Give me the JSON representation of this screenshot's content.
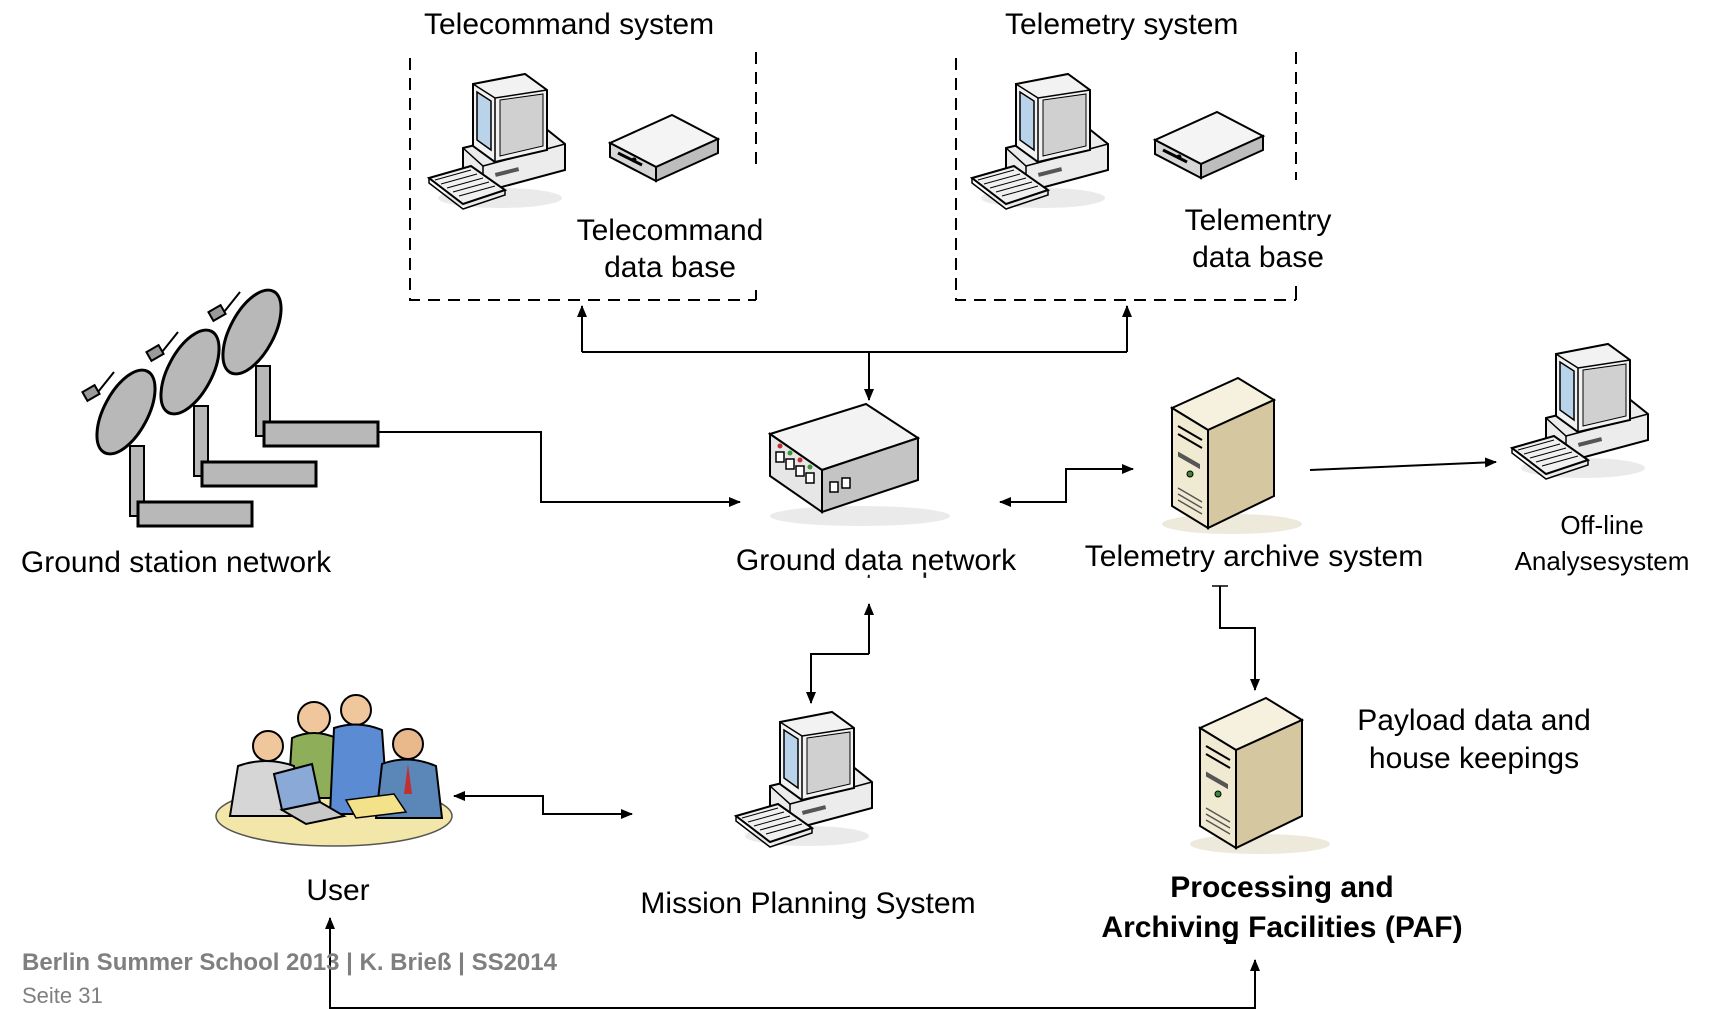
{
  "telecommand_system": {
    "title": "Telecommand  system",
    "database_line1": "Telecommand",
    "database_line2": "data base"
  },
  "telemetry_system": {
    "title": "Telemetry  system",
    "database_line1": "Telementry",
    "database_line2": "data base"
  },
  "ground_station_network": {
    "label": "Ground station network"
  },
  "ground_data_network": {
    "label": "Ground data network",
    "label_ghost": "network"
  },
  "telemetry_archive": {
    "label": "Telemetry archive system"
  },
  "offline_analysis": {
    "line1": "Off-line",
    "line2": "Analysesystem"
  },
  "user": {
    "label": "User"
  },
  "mission_planning": {
    "label": "Mission Planning System"
  },
  "paf": {
    "line1": "Processing and",
    "line2": "Archiving Facilities (PAF)",
    "note_line1": "Payload data and",
    "note_line2": "house keepings"
  },
  "footer": {
    "credit": "Berlin Summer School 2013 | K. Brieß | SS2014",
    "page": "Seite 31"
  },
  "colors": {
    "line": "#000000",
    "monitor_body": "#f2f2f2",
    "monitor_shade": "#c8c8c8",
    "screen": "#b9d3ea",
    "server_body": "#f1ead2",
    "server_shade": "#d5c7a0",
    "dish": "#b8b8b8",
    "footer_text": "#7f7f7f"
  }
}
